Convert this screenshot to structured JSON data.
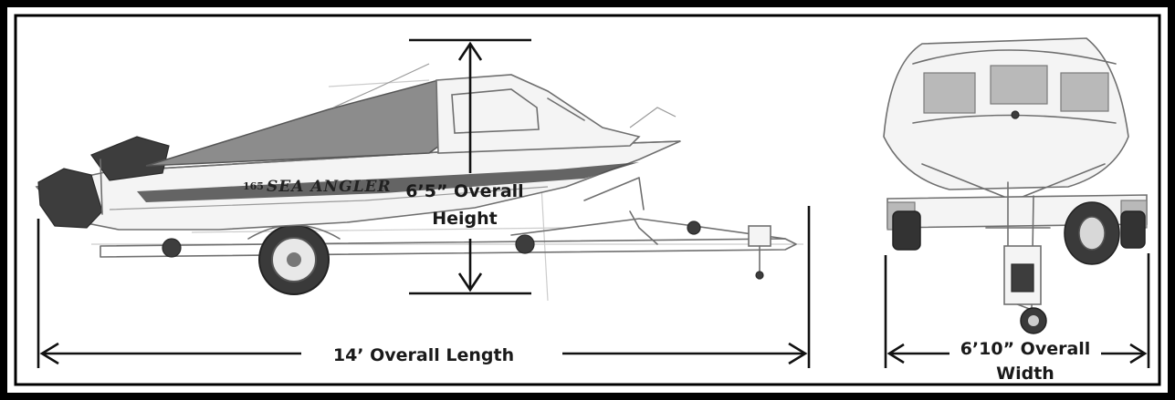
{
  "diagram": {
    "boat_name": "SEA ANGLER",
    "boat_model": "165",
    "height_label_line1": "6’5” Overall",
    "height_label_line2": "Height",
    "length_label": "14’ Overall Length",
    "width_label_line1": "6’10” Overall",
    "width_label_line2": "Width"
  },
  "colors": {
    "frame_outer": "#000000",
    "frame_inner": "#000000",
    "background": "#ffffff",
    "dimension_lines": "#111111",
    "canopy": "#8c8c8c",
    "hull_stripe": "#4a4a4a"
  }
}
